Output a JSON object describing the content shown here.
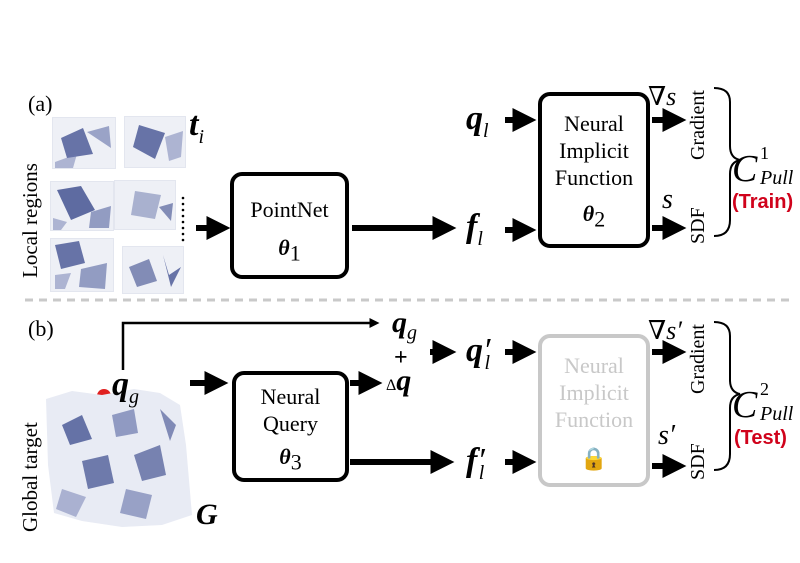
{
  "panel_a": {
    "label": "(a)",
    "side_label": "Local regions",
    "patches_symbol": "t",
    "patches_sub": "i",
    "pointnet": {
      "title": "PointNet",
      "param": "θ",
      "param_sub": "1"
    },
    "q_symbol": "q",
    "q_sub": "l",
    "f_symbol": "f",
    "f_sub": "l",
    "nif": {
      "line1": "Neural",
      "line2": "Implicit",
      "line3": "Function",
      "param": "θ",
      "param_sub": "2"
    },
    "grad_symbol": "∇s",
    "sdf_symbol": "s",
    "grad_label": "Gradient",
    "sdf_label": "SDF",
    "loss": "C",
    "loss_sup": "1",
    "loss_sub": "Pull",
    "mode": "(Train)"
  },
  "panel_b": {
    "label": "(b)",
    "side_label": "Global target",
    "target_symbol": "G",
    "query_symbol": "q",
    "query_sub": "g",
    "nq": {
      "line1": "Neural",
      "line2": "Query",
      "param": "θ",
      "param_sub": "3"
    },
    "sum_top_symbol": "q",
    "sum_top_sub": "g",
    "plus": "+",
    "delta": "Δ",
    "delta_symbol": "q",
    "q_symbol": "q",
    "q_prime": "′",
    "q_sub": "l",
    "f_symbol": "f",
    "f_prime": "′",
    "f_sub": "l",
    "nif": {
      "line1": "Neural",
      "line2": "Implicit",
      "line3": "Function"
    },
    "lock": "🔒",
    "grad_symbol": "∇s′",
    "sdf_symbol": "s′",
    "grad_label": "Gradient",
    "sdf_label": "SDF",
    "loss": "C",
    "loss_sup": "2",
    "loss_sub": "Pull",
    "mode": "(Test)"
  },
  "colors": {
    "accent": "#d0021b",
    "points": "#2b3a80",
    "frozen": "#c8c8c8"
  }
}
